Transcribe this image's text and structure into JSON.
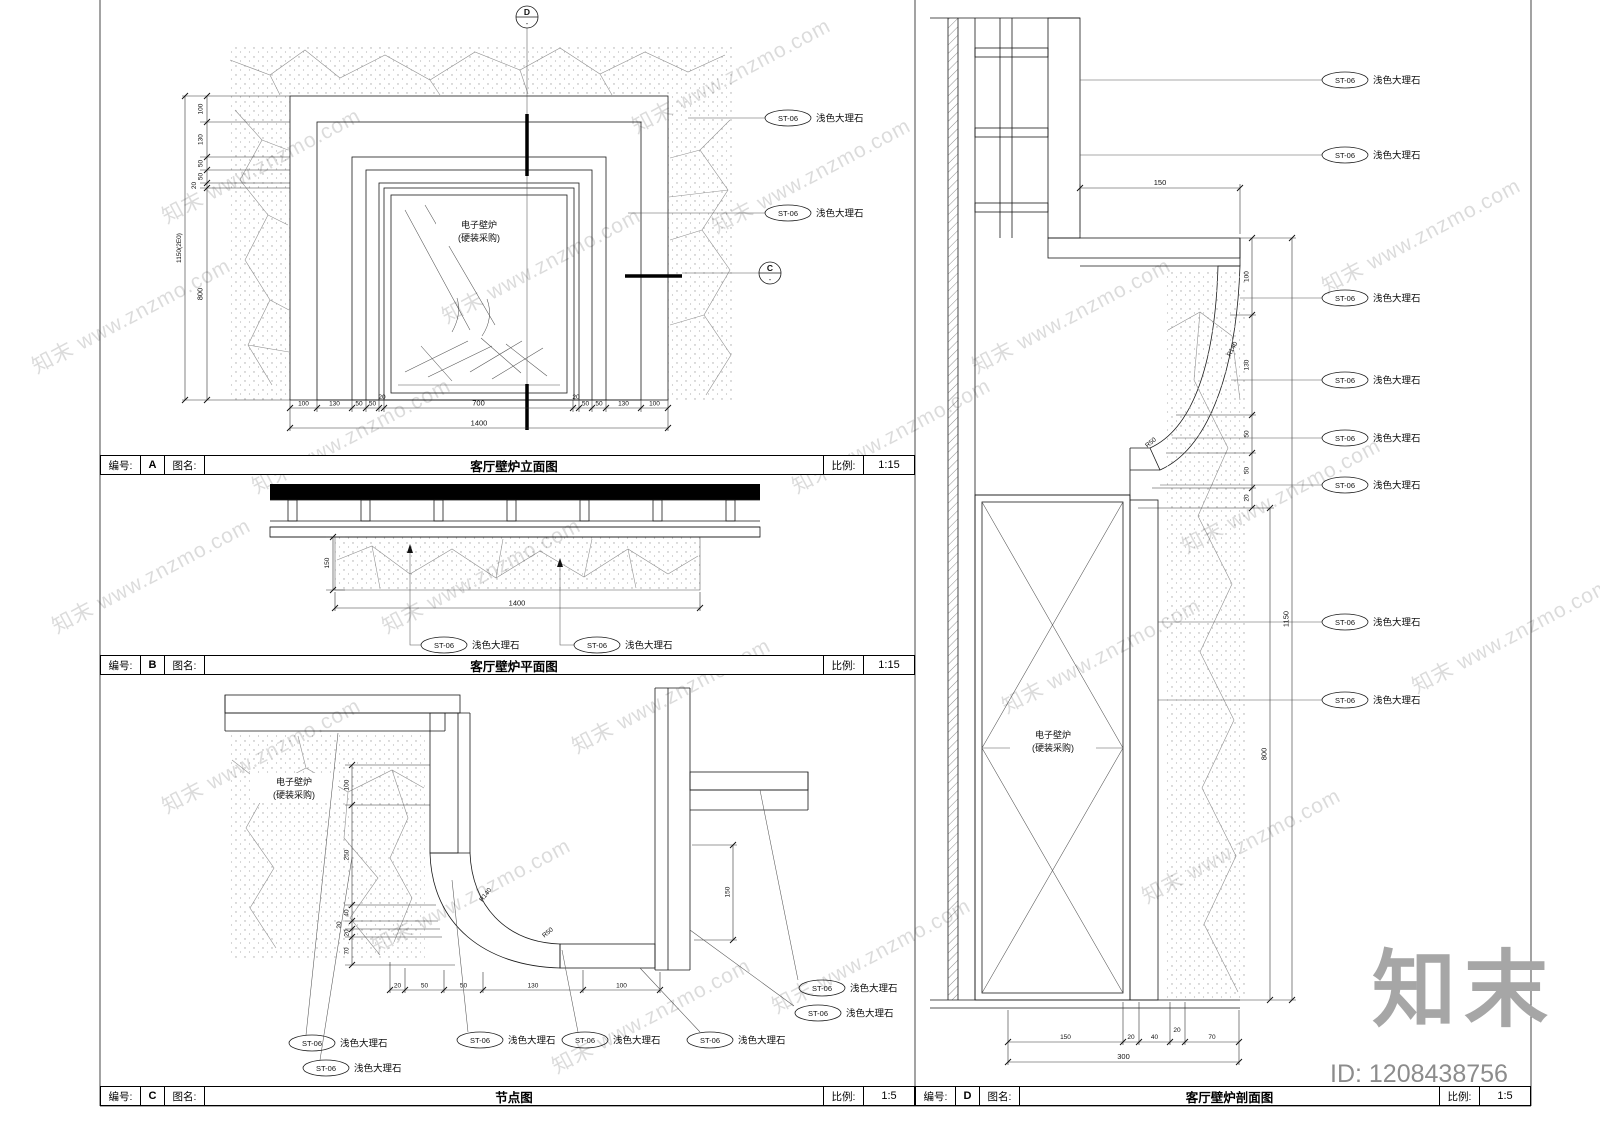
{
  "watermark": {
    "text": "知末 www.znzmo.com",
    "logo": "知末",
    "id": "ID: 1208438756"
  },
  "labels": {
    "st06": "ST-06",
    "marble": "浅色大理石",
    "fireplace_line1": "电子壁炉",
    "fireplace_line2": "(硬装采购)",
    "r140": "R140",
    "r50": "R50",
    "dash": "-"
  },
  "titlebar": {
    "num_label": "编号:",
    "name_label": "图名:",
    "scale_label": "比例:"
  },
  "panels": {
    "a": {
      "num": "A",
      "title": "客厅壁炉立面图",
      "scale": "1:15",
      "marker_top": "D",
      "marker_right": "C",
      "dims_bottom": [
        "100",
        "130",
        "50",
        "50",
        "20",
        "700",
        "20",
        "50",
        "50",
        "130",
        "100"
      ],
      "total_bottom": "1400",
      "dims_left": [
        "100",
        "130",
        "50",
        "50",
        "20",
        "800"
      ],
      "total_left": "1150(2E0)"
    },
    "b": {
      "num": "B",
      "title": "客厅壁炉平面图",
      "scale": "1:15",
      "dim_depth": "150",
      "dim_width": "1400"
    },
    "c": {
      "num": "C",
      "title": "节点图",
      "scale": "1:5",
      "dims_left": [
        "100",
        "250",
        "40",
        "20",
        "20",
        "70"
      ],
      "dims_bottom": [
        "20",
        "50",
        "50",
        "130",
        "100"
      ],
      "dim_right": "150"
    },
    "d": {
      "num": "D",
      "title": "客厅壁炉剖面图",
      "scale": "1:5",
      "dim_top": "150",
      "dims_right": [
        "100",
        "130",
        "50",
        "50",
        "20"
      ],
      "dim_inner": "800",
      "dim_outer": "1150",
      "dims_bottom": [
        "150",
        "20",
        "40",
        "20",
        "70"
      ],
      "total_bottom": "300"
    }
  }
}
